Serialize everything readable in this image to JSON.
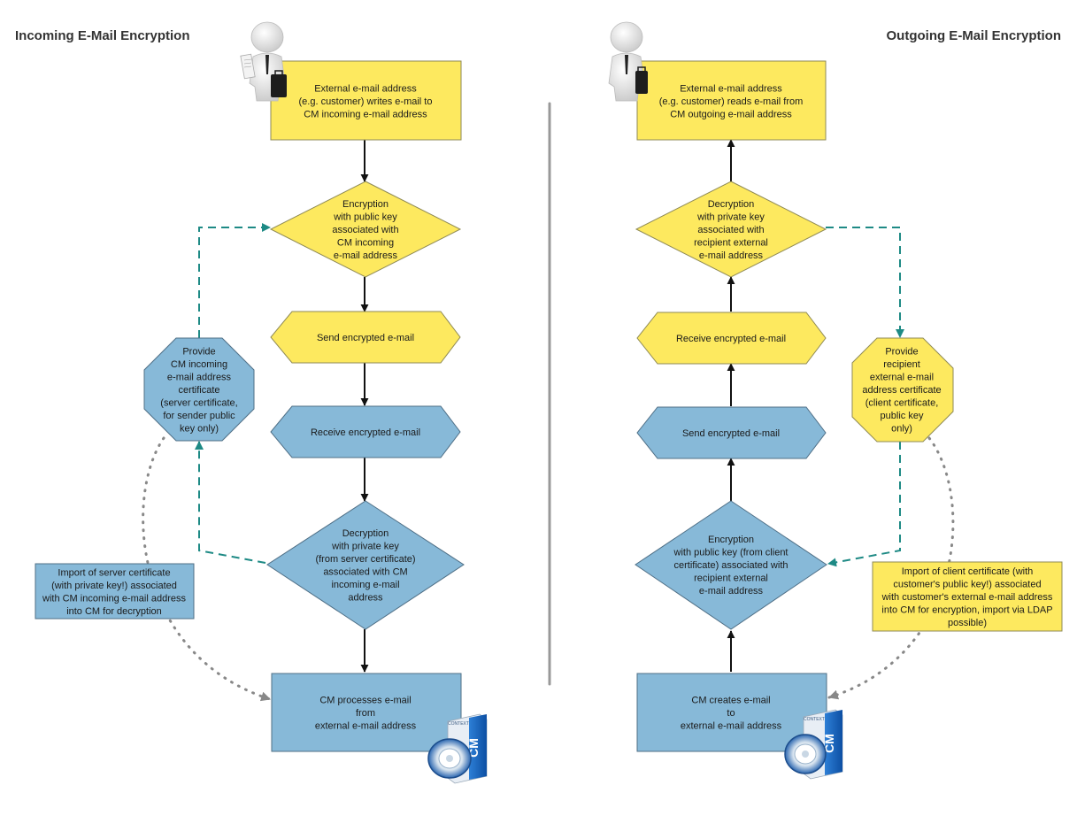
{
  "titles": {
    "incoming": "Incoming E-Mail Encryption",
    "outgoing": "Outgoing E-Mail Encryption"
  },
  "colors": {
    "yellow_fill": "#fde95f",
    "blue_fill": "#87b9d8",
    "teal_dashed_arrow": "#1e8a85",
    "divider": "#999999"
  },
  "incoming": {
    "sender": [
      "External e-mail address",
      "(e.g. customer) writes e-mail to",
      "CM incoming e-mail address"
    ],
    "encryption": [
      "Encryption",
      "with public key",
      "associated with",
      "CM incoming",
      "e-mail address"
    ],
    "send": [
      "Send encrypted e-mail"
    ],
    "receive": [
      "Receive encrypted e-mail"
    ],
    "decryption": [
      "Decryption",
      "with private key",
      "(from server certificate)",
      "associated with CM",
      "incoming e-mail",
      "address"
    ],
    "processes": [
      "CM processes e-mail",
      "from",
      "external e-mail address"
    ],
    "provide_certificate": [
      "Provide",
      "CM incoming",
      "e-mail address",
      "certificate",
      "(server certificate,",
      "for sender public",
      "key only)"
    ],
    "import_note": [
      "Import of server certificate",
      "(with private key!) associated",
      "with CM incoming e-mail address",
      "into CM for decryption"
    ]
  },
  "outgoing": {
    "recipient": [
      "External e-mail address",
      "(e.g. customer) reads e-mail from",
      "CM outgoing e-mail address"
    ],
    "decryption": [
      "Decryption",
      "with private key",
      "associated with",
      "recipient external",
      "e-mail address"
    ],
    "receive": [
      "Receive encrypted e-mail"
    ],
    "send": [
      "Send encrypted e-mail"
    ],
    "encryption": [
      "Encryption",
      "with public key (from client",
      "certificate) associated with",
      "recipient external",
      "e-mail address"
    ],
    "creates": [
      "CM creates e-mail",
      "to",
      "external e-mail address"
    ],
    "provide_certificate": [
      "Provide",
      "recipient",
      "external e-mail",
      "address certificate",
      "(client certificate,",
      "public key",
      "only)"
    ],
    "import_note": [
      "Import of client certificate (with",
      "customer's public key!) associated",
      "with customer's external e-mail address",
      "into CM for encryption, import via LDAP",
      "possible)"
    ]
  },
  "product_box": {
    "logo_text": "CM",
    "brand_text": "CONTEXT"
  },
  "icons": [
    "person-with-briefcase-icon",
    "cm-product-box-icon"
  ]
}
